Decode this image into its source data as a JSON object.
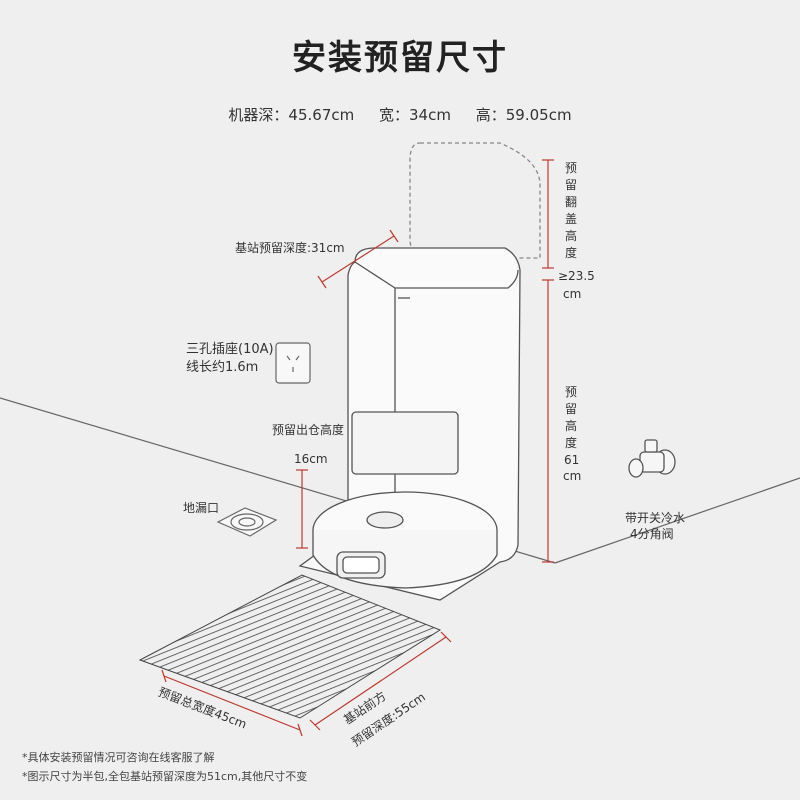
{
  "title": "安装预留尺寸",
  "specs": {
    "depth": "机器深：45.67cm",
    "width": "宽：34cm",
    "height": "高：59.05cm"
  },
  "labels": {
    "station_depth": "基站预留深度:31cm",
    "socket_line1": "三孔插座(10A)",
    "socket_line2": "线长约1.6m",
    "exit_height_line1": "预留出仓高度",
    "exit_height_line2": "16cm",
    "floor_drain": "地漏口",
    "lid_clearance_text": "预留翻盖高度",
    "lid_clearance_value": "≥23.5",
    "lid_clearance_unit": "cm",
    "reserved_height_text": "预留高度",
    "reserved_height_value": "61",
    "reserved_height_unit": "cm",
    "valve_line1": "带开关冷水",
    "valve_line2": "4分角阀",
    "total_width": "预留总宽度45cm",
    "front_depth_line1": "基站前方",
    "front_depth_line2": "预留深度:55cm"
  },
  "notes": [
    "*具体安装预留情况可咨询在线客服了解",
    "*图示尺寸为半包,全包基站预留深度为51cm,其他尺寸不变"
  ],
  "colors": {
    "background": "#efefef",
    "dimension_line": "#c0392b",
    "outline": "#555555"
  },
  "icons": [
    "power-socket-icon",
    "floor-drain-icon",
    "angle-valve-icon",
    "robot-vacuum-icon",
    "base-station-icon"
  ]
}
